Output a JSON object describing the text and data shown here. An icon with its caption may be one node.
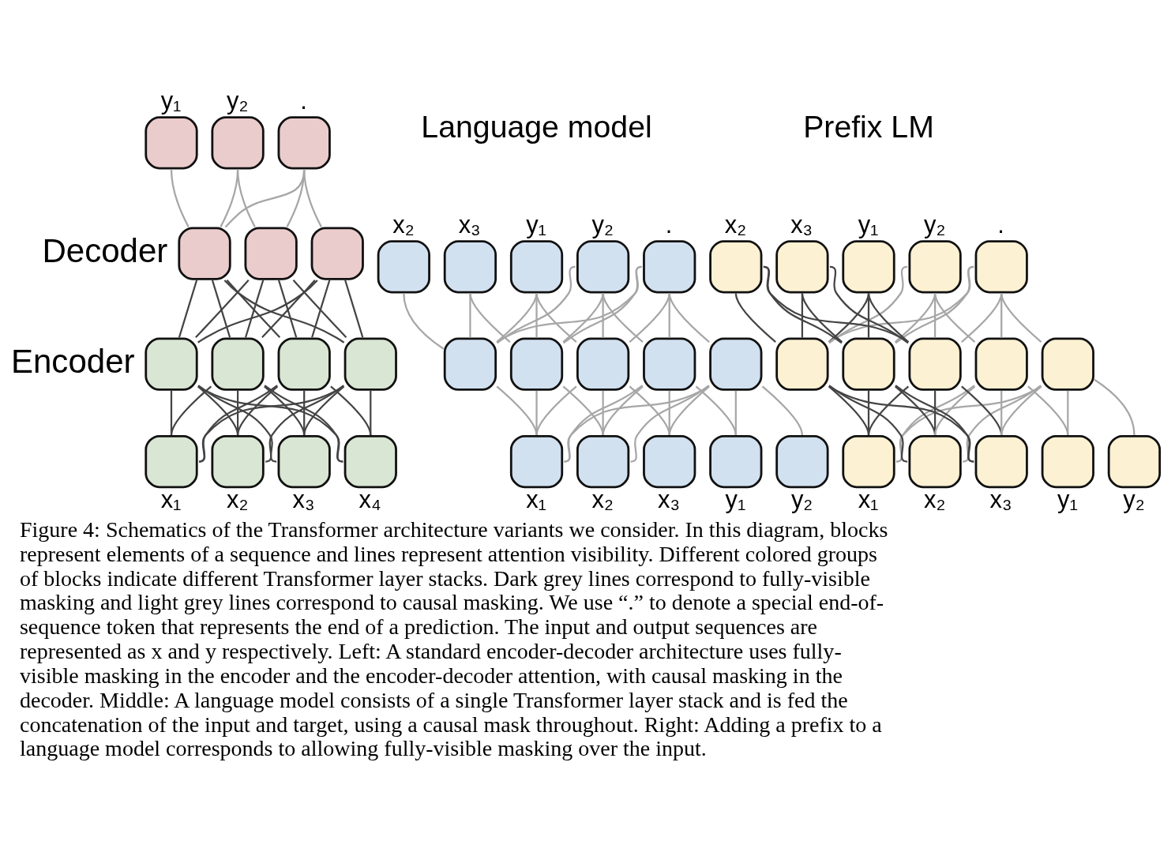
{
  "diagram": {
    "caption": "Figure 4: Schematics of the Transformer architecture variants we consider. In this diagram, blocks represent elements of a sequence and lines represent attention visibility. Different colored groups of blocks indicate different Transformer layer stacks. Dark grey lines correspond to fully-visible masking and light grey lines correspond to causal masking. We use “.” to denote a special end-of-sequence token that represents the end of a prediction. The input and output sequences are represented as x and y respectively. Left: A standard encoder-decoder architecture uses fully-visible masking in the encoder and the encoder-decoder attention, with causal masking in the decoder. Middle: A language model consists of a single Transformer layer stack and is fed the concatenation of the input and target, using a causal mask throughout. Right: Adding a prefix to a language model corresponds to allowing fully-visible masking over the input.",
    "nodes": [
      {
        "text": [],
        "shape": "box",
        "beside": [
          "y₁"
        ]
      },
      {
        "text": [],
        "shape": "box",
        "beside": [
          "y₂"
        ]
      },
      {
        "text": [],
        "shape": "box",
        "beside": [
          "."
        ]
      },
      {
        "text": [],
        "shape": "box"
      },
      {
        "text": [],
        "shape": "box"
      },
      {
        "text": [],
        "shape": "box"
      },
      {
        "text": [],
        "shape": "box"
      },
      {
        "text": [],
        "shape": "box"
      },
      {
        "text": [],
        "shape": "box"
      },
      {
        "text": [],
        "shape": "box"
      },
      {
        "text": [],
        "shape": "box",
        "beside": [
          "x₁"
        ]
      },
      {
        "text": [],
        "shape": "box",
        "beside": [
          "x₂"
        ]
      },
      {
        "text": [],
        "shape": "box",
        "beside": [
          "x₃"
        ]
      },
      {
        "text": [],
        "shape": "box",
        "beside": [
          "x₄"
        ]
      },
      {
        "text": [],
        "shape": "box",
        "beside": [
          "x₂"
        ]
      },
      {
        "text": [],
        "shape": "box",
        "beside": [
          "x₃"
        ]
      },
      {
        "text": [],
        "shape": "box",
        "beside": [
          "y₁"
        ]
      },
      {
        "text": [],
        "shape": "box",
        "beside": [
          "y₂"
        ]
      },
      {
        "text": [],
        "shape": "box",
        "beside": [
          "."
        ]
      },
      {
        "text": [],
        "shape": "box"
      },
      {
        "text": [],
        "shape": "box"
      },
      {
        "text": [],
        "shape": "box"
      },
      {
        "text": [],
        "shape": "box"
      },
      {
        "text": [],
        "shape": "box"
      },
      {
        "text": [],
        "shape": "box",
        "beside": [
          "x₁"
        ]
      },
      {
        "text": [],
        "shape": "box",
        "beside": [
          "x₂"
        ]
      },
      {
        "text": [],
        "shape": "box",
        "beside": [
          "x₃"
        ]
      },
      {
        "text": [],
        "shape": "box",
        "beside": [
          "y₁"
        ]
      },
      {
        "text": [],
        "shape": "box",
        "beside": [
          "y₂"
        ]
      },
      {
        "text": [],
        "shape": "box",
        "beside": [
          "x₂"
        ]
      },
      {
        "text": [],
        "shape": "box",
        "beside": [
          "x₃"
        ]
      },
      {
        "text": [],
        "shape": "box",
        "beside": [
          "y₁"
        ]
      },
      {
        "text": [],
        "shape": "box",
        "beside": [
          "y₂"
        ]
      },
      {
        "text": [],
        "shape": "box",
        "beside": [
          "."
        ]
      },
      {
        "text": [],
        "shape": "box"
      },
      {
        "text": [],
        "shape": "box"
      },
      {
        "text": [],
        "shape": "box"
      },
      {
        "text": [],
        "shape": "box"
      },
      {
        "text": [],
        "shape": "box"
      },
      {
        "text": [],
        "shape": "box",
        "beside": [
          "x₁"
        ]
      },
      {
        "text": [],
        "shape": "box",
        "beside": [
          "x₂"
        ]
      },
      {
        "text": [],
        "shape": "box",
        "beside": [
          "x₃"
        ]
      },
      {
        "text": [],
        "shape": "box",
        "beside": [
          "y₁"
        ]
      },
      {
        "text": [],
        "shape": "box",
        "beside": [
          "y₂"
        ]
      }
    ],
    "edges": [
      {
        "from": 10,
        "to": 6,
        "arrow": "none",
        "color": "#444444"
      },
      {
        "from": 10,
        "to": 7,
        "arrow": "none",
        "color": "#444444"
      },
      {
        "from": 10,
        "to": 8,
        "arrow": "none",
        "color": "#444444"
      },
      {
        "from": 10,
        "to": 9,
        "arrow": "none",
        "color": "#444444"
      },
      {
        "from": 11,
        "to": 6,
        "arrow": "none",
        "color": "#444444"
      },
      {
        "from": 11,
        "to": 7,
        "arrow": "none",
        "color": "#444444"
      },
      {
        "from": 11,
        "to": 8,
        "arrow": "none",
        "color": "#444444"
      },
      {
        "from": 11,
        "to": 9,
        "arrow": "none",
        "color": "#444444"
      },
      {
        "from": 12,
        "to": 6,
        "arrow": "none",
        "color": "#444444"
      },
      {
        "from": 12,
        "to": 7,
        "arrow": "none",
        "color": "#444444"
      },
      {
        "from": 12,
        "to": 8,
        "arrow": "none",
        "color": "#444444"
      },
      {
        "from": 12,
        "to": 9,
        "arrow": "none",
        "color": "#444444"
      },
      {
        "from": 13,
        "to": 6,
        "arrow": "none",
        "color": "#444444"
      },
      {
        "from": 13,
        "to": 7,
        "arrow": "none",
        "color": "#444444"
      },
      {
        "from": 13,
        "to": 8,
        "arrow": "none",
        "color": "#444444"
      },
      {
        "from": 13,
        "to": 9,
        "arrow": "none",
        "color": "#444444"
      },
      {
        "from": 6,
        "to": 3,
        "arrow": "none",
        "color": "#444444"
      },
      {
        "from": 6,
        "to": 4,
        "arrow": "none",
        "color": "#444444"
      },
      {
        "from": 6,
        "to": 5,
        "arrow": "none",
        "color": "#444444"
      },
      {
        "from": 7,
        "to": 3,
        "arrow": "none",
        "color": "#444444"
      },
      {
        "from": 7,
        "to": 4,
        "arrow": "none",
        "color": "#444444"
      },
      {
        "from": 7,
        "to": 5,
        "arrow": "none",
        "color": "#444444"
      },
      {
        "from": 8,
        "to": 3,
        "arrow": "none",
        "color": "#444444"
      },
      {
        "from": 8,
        "to": 4,
        "arrow": "none",
        "color": "#444444"
      },
      {
        "from": 8,
        "to": 5,
        "arrow": "none",
        "color": "#444444"
      },
      {
        "from": 9,
        "to": 3,
        "arrow": "none",
        "color": "#444444"
      },
      {
        "from": 9,
        "to": 4,
        "arrow": "none",
        "color": "#444444"
      },
      {
        "from": 9,
        "to": 5,
        "arrow": "none",
        "color": "#444444"
      },
      {
        "from": 3,
        "to": 0,
        "arrow": "none"
      },
      {
        "from": 3,
        "to": 1,
        "arrow": "none"
      },
      {
        "from": 3,
        "to": 2,
        "arrow": "none"
      },
      {
        "from": 4,
        "to": 1,
        "arrow": "none"
      },
      {
        "from": 4,
        "to": 2,
        "arrow": "none"
      },
      {
        "from": 5,
        "to": 2,
        "arrow": "none"
      },
      {
        "from": 24,
        "to": 19,
        "arrow": "none"
      },
      {
        "from": 24,
        "to": 20,
        "arrow": "none"
      },
      {
        "from": 24,
        "to": 21,
        "arrow": "none"
      },
      {
        "from": 24,
        "to": 22,
        "arrow": "none"
      },
      {
        "from": 24,
        "to": 23,
        "arrow": "none"
      },
      {
        "from": 25,
        "to": 20,
        "arrow": "none"
      },
      {
        "from": 25,
        "to": 21,
        "arrow": "none"
      },
      {
        "from": 25,
        "to": 22,
        "arrow": "none"
      },
      {
        "from": 25,
        "to": 23,
        "arrow": "none"
      },
      {
        "from": 26,
        "to": 21,
        "arrow": "none"
      },
      {
        "from": 26,
        "to": 22,
        "arrow": "none"
      },
      {
        "from": 26,
        "to": 23,
        "arrow": "none"
      },
      {
        "from": 27,
        "to": 22,
        "arrow": "none"
      },
      {
        "from": 27,
        "to": 23,
        "arrow": "none"
      },
      {
        "from": 28,
        "to": 23,
        "arrow": "none"
      },
      {
        "from": 19,
        "to": 14,
        "arrow": "none"
      },
      {
        "from": 19,
        "to": 15,
        "arrow": "none"
      },
      {
        "from": 19,
        "to": 16,
        "arrow": "none"
      },
      {
        "from": 19,
        "to": 17,
        "arrow": "none"
      },
      {
        "from": 19,
        "to": 18,
        "arrow": "none"
      },
      {
        "from": 20,
        "to": 15,
        "arrow": "none"
      },
      {
        "from": 20,
        "to": 16,
        "arrow": "none"
      },
      {
        "from": 20,
        "to": 17,
        "arrow": "none"
      },
      {
        "from": 20,
        "to": 18,
        "arrow": "none"
      },
      {
        "from": 21,
        "to": 16,
        "arrow": "none"
      },
      {
        "from": 21,
        "to": 17,
        "arrow": "none"
      },
      {
        "from": 21,
        "to": 18,
        "arrow": "none"
      },
      {
        "from": 22,
        "to": 17,
        "arrow": "none"
      },
      {
        "from": 22,
        "to": 18,
        "arrow": "none"
      },
      {
        "from": 23,
        "to": 18,
        "arrow": "none"
      },
      {
        "from": 39,
        "to": 34,
        "arrow": "none",
        "color": "#444444"
      },
      {
        "from": 39,
        "to": 35,
        "arrow": "none",
        "color": "#444444"
      },
      {
        "from": 39,
        "to": 36,
        "arrow": "none",
        "color": "#444444"
      },
      {
        "from": 39,
        "to": 37,
        "arrow": "none"
      },
      {
        "from": 39,
        "to": 38,
        "arrow": "none"
      },
      {
        "from": 40,
        "to": 34,
        "arrow": "none",
        "color": "#444444"
      },
      {
        "from": 40,
        "to": 35,
        "arrow": "none",
        "color": "#444444"
      },
      {
        "from": 40,
        "to": 36,
        "arrow": "none",
        "color": "#444444"
      },
      {
        "from": 40,
        "to": 37,
        "arrow": "none"
      },
      {
        "from": 40,
        "to": 38,
        "arrow": "none"
      },
      {
        "from": 41,
        "to": 34,
        "arrow": "none",
        "color": "#444444"
      },
      {
        "from": 41,
        "to": 35,
        "arrow": "none",
        "color": "#444444"
      },
      {
        "from": 41,
        "to": 36,
        "arrow": "none",
        "color": "#444444"
      },
      {
        "from": 41,
        "to": 37,
        "arrow": "none"
      },
      {
        "from": 41,
        "to": 38,
        "arrow": "none"
      },
      {
        "from": 42,
        "to": 37,
        "arrow": "none"
      },
      {
        "from": 42,
        "to": 38,
        "arrow": "none"
      },
      {
        "from": 43,
        "to": 38,
        "arrow": "none"
      },
      {
        "from": 34,
        "to": 29,
        "arrow": "none",
        "color": "#444444"
      },
      {
        "from": 34,
        "to": 30,
        "arrow": "none",
        "color": "#444444"
      },
      {
        "from": 34,
        "to": 31,
        "arrow": "none",
        "color": "#444444"
      },
      {
        "from": 34,
        "to": 32,
        "arrow": "none"
      },
      {
        "from": 34,
        "to": 33,
        "arrow": "none"
      },
      {
        "from": 35,
        "to": 29,
        "arrow": "none",
        "color": "#444444"
      },
      {
        "from": 35,
        "to": 30,
        "arrow": "none",
        "color": "#444444"
      },
      {
        "from": 35,
        "to": 31,
        "arrow": "none",
        "color": "#444444"
      },
      {
        "from": 35,
        "to": 32,
        "arrow": "none"
      },
      {
        "from": 35,
        "to": 33,
        "arrow": "none"
      },
      {
        "from": 36,
        "to": 29,
        "arrow": "none",
        "color": "#444444"
      },
      {
        "from": 36,
        "to": 30,
        "arrow": "none",
        "color": "#444444"
      },
      {
        "from": 36,
        "to": 31,
        "arrow": "none",
        "color": "#444444"
      },
      {
        "from": 36,
        "to": 32,
        "arrow": "none"
      },
      {
        "from": 36,
        "to": 33,
        "arrow": "none"
      },
      {
        "from": 37,
        "to": 32,
        "arrow": "none"
      },
      {
        "from": 37,
        "to": 33,
        "arrow": "none"
      },
      {
        "from": 38,
        "to": 33,
        "arrow": "none"
      }
    ],
    "labels": [
      "Decoder",
      "Encoder",
      "Language model",
      "Prefix LM"
    ]
  }
}
